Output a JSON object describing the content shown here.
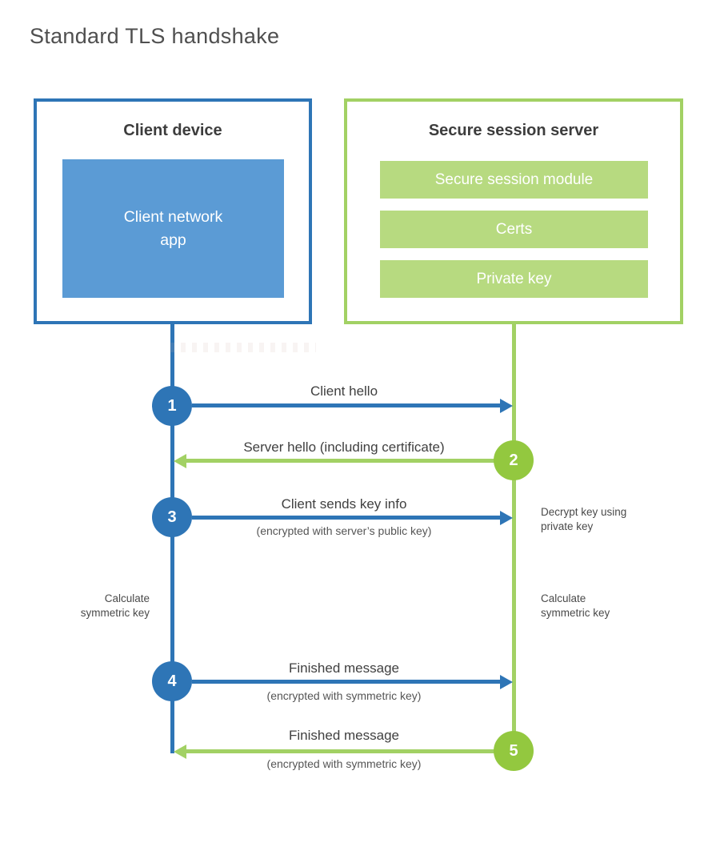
{
  "title": "Standard TLS handshake",
  "colors": {
    "blue": "#2e75b6",
    "blue_fill": "#5b9bd5",
    "green": "#a2d164",
    "green_circle": "#93c83f",
    "green_fill": "#b7da80"
  },
  "client": {
    "heading": "Client device",
    "app_label": "Client network\napp"
  },
  "server": {
    "heading": "Secure session server",
    "modules": [
      "Secure session module",
      "Certs",
      "Private key"
    ]
  },
  "messages": [
    {
      "number": "1",
      "label": "Client hello",
      "sublabel": "",
      "direction": "right",
      "color": "blue"
    },
    {
      "number": "2",
      "label": "Server hello (including certificate)",
      "sublabel": "",
      "direction": "left",
      "color": "green"
    },
    {
      "number": "3",
      "label": "Client sends key info",
      "sublabel": "(encrypted with server’s public key)",
      "direction": "right",
      "color": "blue"
    },
    {
      "number": "4",
      "label": "Finished message",
      "sublabel": "(encrypted with symmetric key)",
      "direction": "right",
      "color": "blue"
    },
    {
      "number": "5",
      "label": "Finished message",
      "sublabel": "(encrypted with symmetric key)",
      "direction": "left",
      "color": "green"
    }
  ],
  "annotations": {
    "left_calculate": "Calculate\nsymmetric key",
    "right_decrypt": "Decrypt key using\nprivate key",
    "right_calculate": "Calculate\nsymmetric key"
  }
}
